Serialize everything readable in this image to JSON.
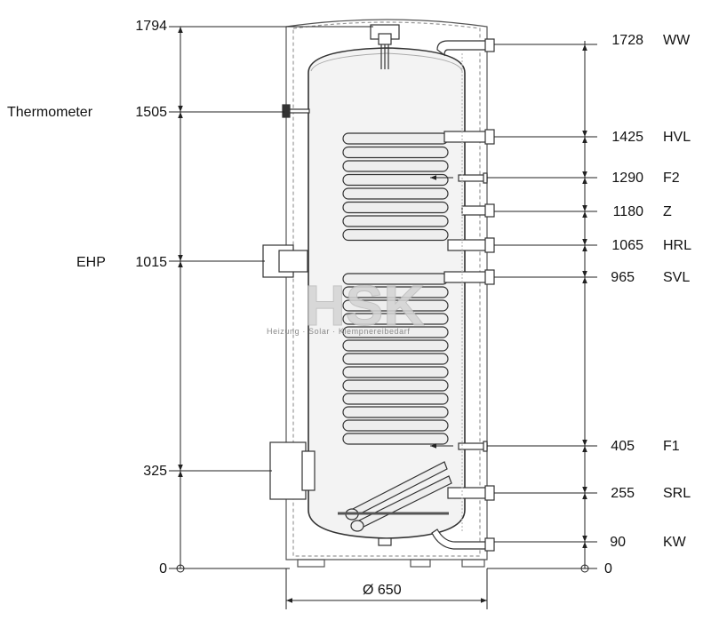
{
  "watermark": {
    "logo": "HSK",
    "tagline": "Heizung · Solar · Klempnereibedarf"
  },
  "left_labels": [
    {
      "id": "top",
      "name": "",
      "value": "1794"
    },
    {
      "id": "thermometer",
      "name": "Thermometer",
      "value": "1505"
    },
    {
      "id": "ehp",
      "name": "EHP",
      "value": "1015"
    },
    {
      "id": "flange",
      "name": "",
      "value": "325"
    },
    {
      "id": "zero",
      "name": "",
      "value": "0"
    }
  ],
  "right_labels": [
    {
      "id": "ww",
      "value": "1728",
      "code": "WW"
    },
    {
      "id": "hvl",
      "value": "1425",
      "code": "HVL"
    },
    {
      "id": "f2",
      "value": "1290",
      "code": "F2"
    },
    {
      "id": "z",
      "value": "1180",
      "code": "Z"
    },
    {
      "id": "hrl",
      "value": "1065",
      "code": "HRL"
    },
    {
      "id": "svl",
      "value": "965",
      "code": "SVL"
    },
    {
      "id": "f1",
      "value": "405",
      "code": "F1"
    },
    {
      "id": "srl",
      "value": "255",
      "code": "SRL"
    },
    {
      "id": "kw",
      "value": "90",
      "code": "KW"
    },
    {
      "id": "zero",
      "value": "0",
      "code": ""
    }
  ],
  "diameter_label": "Ø 650"
}
